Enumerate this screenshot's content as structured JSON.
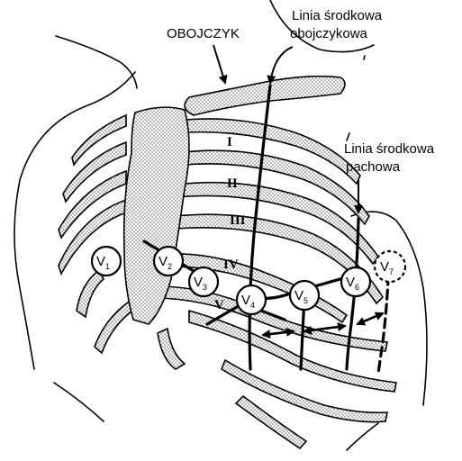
{
  "labels": {
    "clavicle": "OBOJCZYK",
    "midclavicular_line_1": "Linia środkowa",
    "midclavicular_line_2": "obojczykowa",
    "midaxillary_line_1": "Linia środkowa",
    "midaxillary_line_2": "pachowa"
  },
  "intercostal_spaces": [
    "I",
    "II",
    "III",
    "IV",
    "V"
  ],
  "leads": [
    {
      "letter": "V",
      "sub": "1"
    },
    {
      "letter": "V",
      "sub": "2"
    },
    {
      "letter": "V",
      "sub": "3"
    },
    {
      "letter": "V",
      "sub": "4"
    },
    {
      "letter": "V",
      "sub": "5"
    },
    {
      "letter": "V",
      "sub": "6"
    },
    {
      "letter": "V",
      "sub": "7"
    }
  ]
}
